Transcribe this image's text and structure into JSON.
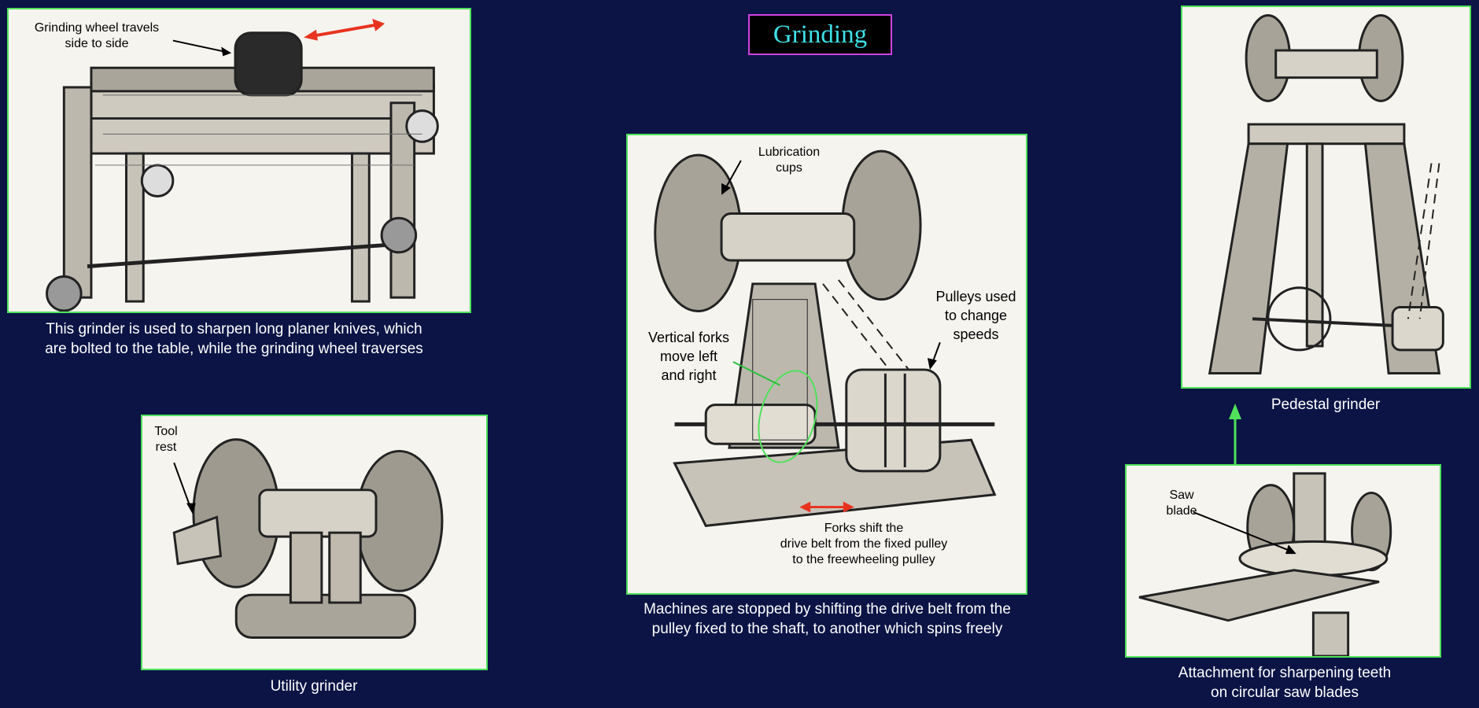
{
  "title": "Grinding",
  "panels": {
    "planer": {
      "annotation": "Grinding wheel travels\nside to side",
      "caption": "This grinder is used to sharpen long planer knives, which\nare bolted to the table, while the grinding wheel traverses"
    },
    "utility": {
      "annotation": "Tool\nrest",
      "caption": "Utility grinder"
    },
    "center": {
      "annotation_cups": "Lubrication\ncups",
      "annotation_forks": "Vertical forks\nmove left\nand right",
      "annotation_pulleys": "Pulleys used\nto change\nspeeds",
      "annotation_shift": "Forks shift the\ndrive belt from the fixed pulley\nto  the freewheeling pulley",
      "caption": "Machines are stopped by shifting the drive belt from the\npulley fixed to the shaft, to another which spins freely"
    },
    "pedestal": {
      "caption": "Pedestal grinder"
    },
    "saw": {
      "annotation": "Saw\nblade",
      "caption": "Attachment for sharpening teeth\non circular saw blades"
    }
  },
  "colors": {
    "background": "#0b1445",
    "panel_border": "#4fe25a",
    "title_border": "#d043e0",
    "title_text": "#3fe0e6",
    "arrow_red": "#e8331f",
    "arrow_green": "#4fe25a"
  }
}
